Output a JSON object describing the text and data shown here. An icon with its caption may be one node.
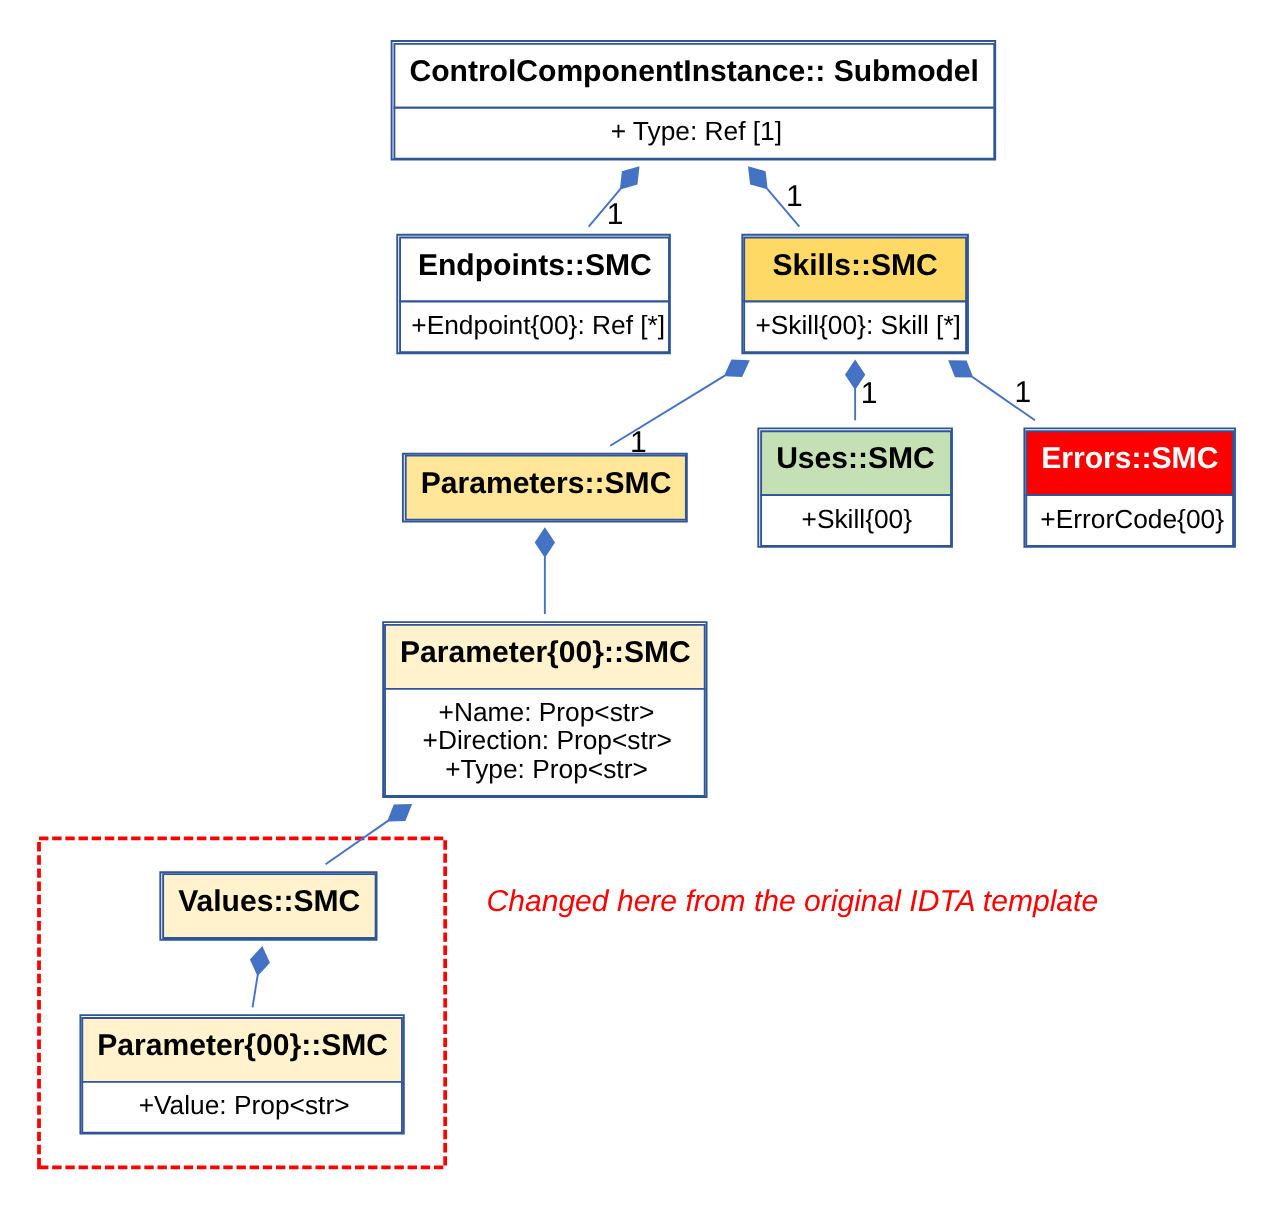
{
  "diagram": {
    "nodes": [
      {
        "text": [
          "ControlComponentInstance:: Submodel",
          "+ Type: Ref [1]"
        ]
      },
      {
        "text": [
          "Endpoints::SMC",
          "+Endpoint{00}: Ref [*]"
        ]
      },
      {
        "text": [
          "Skills::SMC",
          "+Skill{00}: Skill [*]"
        ]
      },
      {
        "text": [
          "Parameters::SMC"
        ]
      },
      {
        "text": [
          "Uses::SMC",
          "+Skill{00}"
        ]
      },
      {
        "text": [
          "Errors::SMC",
          "+ErrorCode{00}"
        ]
      },
      {
        "text": [
          "Parameter{00}::SMC",
          "+Name: Prop<str>",
          "+Direction: Prop<str>",
          "+Type: Prop<str>"
        ]
      },
      {
        "text": [],
        "shape": "box"
      },
      {
        "text": [
          "Values::SMC"
        ],
        "in": 7
      },
      {
        "text": [
          "Parameter{00}::SMC",
          "+Value: Prop<str>"
        ],
        "in": 7
      }
    ],
    "edges": [
      {
        "from": 0,
        "to": 1,
        "arrow": "other",
        "label": "1"
      },
      {
        "from": 0,
        "to": 2,
        "arrow": "other",
        "label": "1"
      },
      {
        "from": 2,
        "to": 3,
        "arrow": "other",
        "label": "1"
      },
      {
        "from": 2,
        "to": 4,
        "arrow": "other",
        "label": "1"
      },
      {
        "from": 2,
        "to": 5,
        "arrow": "other",
        "label": "1"
      },
      {
        "from": 3,
        "to": 6,
        "arrow": "other"
      },
      {
        "from": 6,
        "to": 8,
        "arrow": "other"
      },
      {
        "from": 8,
        "to": 9,
        "arrow": "other"
      }
    ],
    "labels": [
      "Changed here from the original IDTA template"
    ]
  }
}
